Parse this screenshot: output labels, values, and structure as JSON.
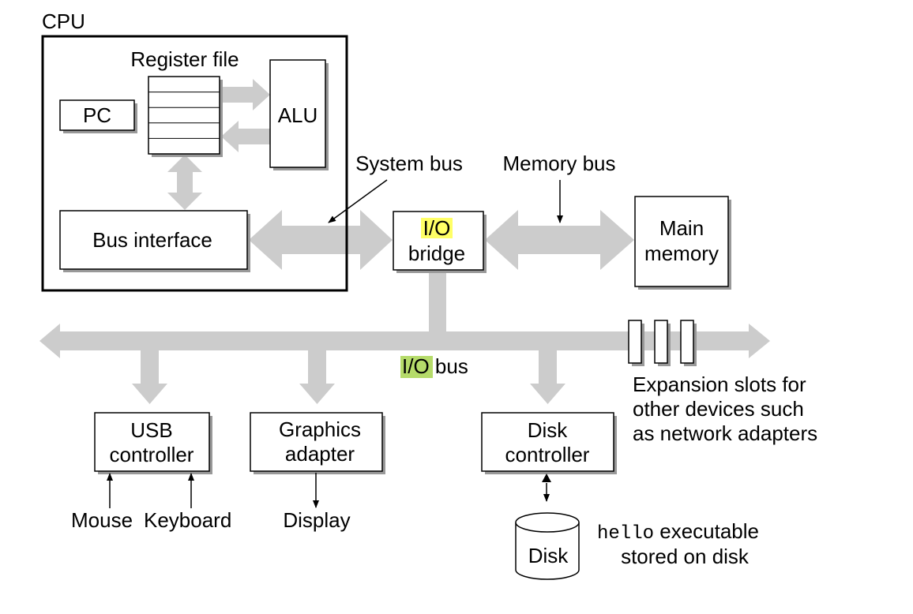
{
  "colors": {
    "bus_arrow": "#cccccc",
    "highlight_yellow": "#ffff66",
    "highlight_green": "#b5db6a",
    "box_shadow": "#999999"
  },
  "cpu": {
    "title": "CPU",
    "register_file_label": "Register file",
    "pc_label": "PC",
    "alu_label": "ALU",
    "bus_interface_label": "Bus interface"
  },
  "system_bus_label": "System bus",
  "memory_bus_label": "Memory bus",
  "io_bridge": {
    "line1": "I/O",
    "line2": "bridge"
  },
  "main_memory": {
    "line1": "Main",
    "line2": "memory"
  },
  "io_bus": {
    "io": "I/O",
    "rest": " bus"
  },
  "usb_controller": {
    "line1": "USB",
    "line2": "controller"
  },
  "graphics_adapter": {
    "line1": "Graphics",
    "line2": "adapter"
  },
  "disk_controller": {
    "line1": "Disk",
    "line2": "controller"
  },
  "mouse_label": "Mouse",
  "keyboard_label": "Keyboard",
  "display_label": "Display",
  "disk_label": "Disk",
  "expansion": {
    "line1": "Expansion slots for",
    "line2": "other devices such",
    "line3": "as network adapters"
  },
  "hello_note": {
    "code": "hello",
    "line1_rest": " executable",
    "line2": "stored on disk"
  }
}
